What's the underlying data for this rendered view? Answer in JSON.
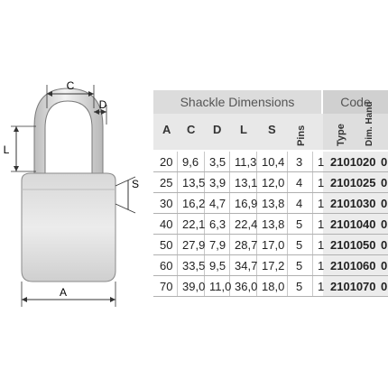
{
  "dimension_labels": {
    "c": "C",
    "d": "D",
    "l": "L",
    "s": "S",
    "a": "A"
  },
  "table": {
    "group_headers": {
      "shackle": "Shackle Dimensions",
      "code": "Code"
    },
    "columns": [
      "A",
      "C",
      "D",
      "L",
      "S",
      "Pins",
      "Type",
      "Dim. Hand"
    ],
    "rows": [
      {
        "a": "20",
        "c": "9,6",
        "d": "3,5",
        "l": "11,3",
        "s": "10,4",
        "pins": "3",
        "hand": "1",
        "type": "21010",
        "dim": "20",
        "end": "0"
      },
      {
        "a": "25",
        "c": "13,5",
        "d": "3,9",
        "l": "13,1",
        "s": "12,0",
        "pins": "4",
        "hand": "1",
        "type": "21010",
        "dim": "25",
        "end": "0"
      },
      {
        "a": "30",
        "c": "16,2",
        "d": "4,7",
        "l": "16,9",
        "s": "13,8",
        "pins": "4",
        "hand": "1",
        "type": "21010",
        "dim": "30",
        "end": "0"
      },
      {
        "a": "40",
        "c": "22,1",
        "d": "6,3",
        "l": "22,4",
        "s": "13,8",
        "pins": "5",
        "hand": "1",
        "type": "21010",
        "dim": "40",
        "end": "0"
      },
      {
        "a": "50",
        "c": "27,9",
        "d": "7,9",
        "l": "28,7",
        "s": "17,0",
        "pins": "5",
        "hand": "1",
        "type": "21010",
        "dim": "50",
        "end": "0"
      },
      {
        "a": "60",
        "c": "33,5",
        "d": "9,5",
        "l": "34,7",
        "s": "17,2",
        "pins": "5",
        "hand": "1",
        "type": "21010",
        "dim": "60",
        "end": "0"
      },
      {
        "a": "70",
        "c": "39,0",
        "d": "11,0",
        "l": "36,0",
        "s": "18,0",
        "pins": "5",
        "hand": "1",
        "type": "21010",
        "dim": "70",
        "end": "0"
      }
    ]
  }
}
